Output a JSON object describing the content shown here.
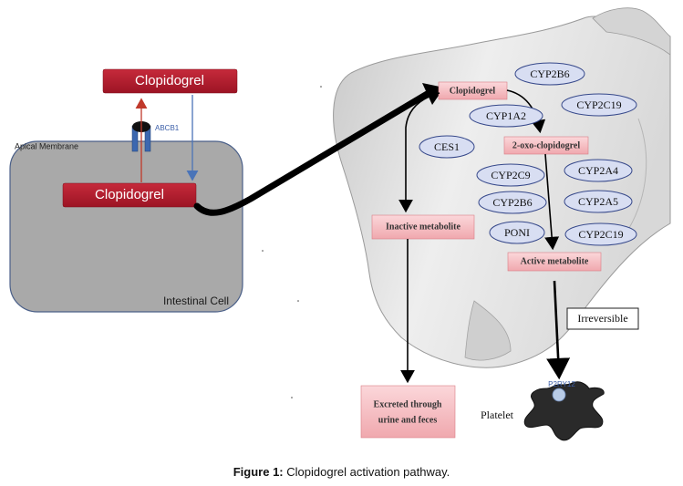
{
  "outside": {
    "clopidogrel": "Clopidogrel",
    "transporter": "ABCB1"
  },
  "cell": {
    "membrane_label": "Apical Membrane",
    "drug": "Clopidogrel",
    "name": "Intestinal Cell"
  },
  "liver": {
    "prodrug": "Clopidogrel",
    "intermediate": "2-oxo-clopidogrel",
    "inactive": "Inactive metabolite",
    "active": "Active metabolite",
    "excreted_line1": "Excreted through",
    "excreted_line2": "urine and feces",
    "irreversible": "Irreversible",
    "receptor": "P2RY12",
    "platelet": "Platelet"
  },
  "enzymes": {
    "ces1": "CES1",
    "step1": [
      "CYP2B6",
      "CYP2C19",
      "CYP1A2"
    ],
    "step2": [
      "CYP2C9",
      "CYP2A4",
      "CYP2B6",
      "CYP2A5",
      "PONI",
      "CYP2C19"
    ]
  },
  "caption": {
    "label": "Figure 1:",
    "text": "Clopidogrel activation pathway."
  },
  "colors": {
    "drug_box": "#b41e2e",
    "liver_box": "#f6c4c8",
    "cell_fill": "#a9a9a9"
  }
}
